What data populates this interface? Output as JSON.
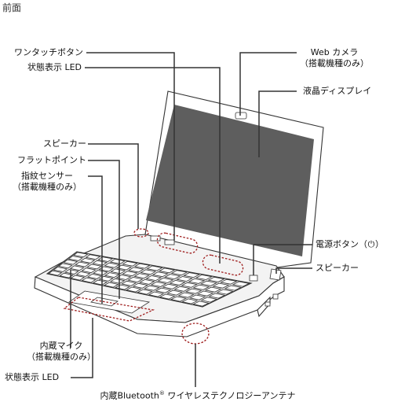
{
  "section_title": "前面",
  "labels": {
    "one_touch_button": "ワンタッチボタン",
    "status_led_top": "状態表示 LED",
    "speaker_left": "スピーカー",
    "flat_point": "フラットポイント",
    "fingerprint_sensor_line1": "指紋センサー",
    "fingerprint_sensor_line2": "（搭載機種のみ）",
    "webcam_line1": "Web カメラ",
    "webcam_line2": "（搭載機種のみ）",
    "lcd_display": "液晶ディスプレイ",
    "power_button": "電源ボタン（",
    "power_button_close": "）",
    "speaker_right": "スピーカー",
    "internal_mic_line1": "内蔵マイク",
    "internal_mic_line2": "（搭載機種のみ）",
    "status_led_bottom": "状態表示 LED",
    "bluetooth_antenna_prefix": "内蔵Bluetooth",
    "bluetooth_antenna_reg": "®",
    "bluetooth_antenna_suffix": " ワイヤレステクノロジーアンテナ"
  },
  "colors": {
    "leader": "#333333",
    "callout": "#9e1b1b",
    "screen": "#5e5e5e"
  },
  "icons": {
    "power": "power-icon"
  }
}
